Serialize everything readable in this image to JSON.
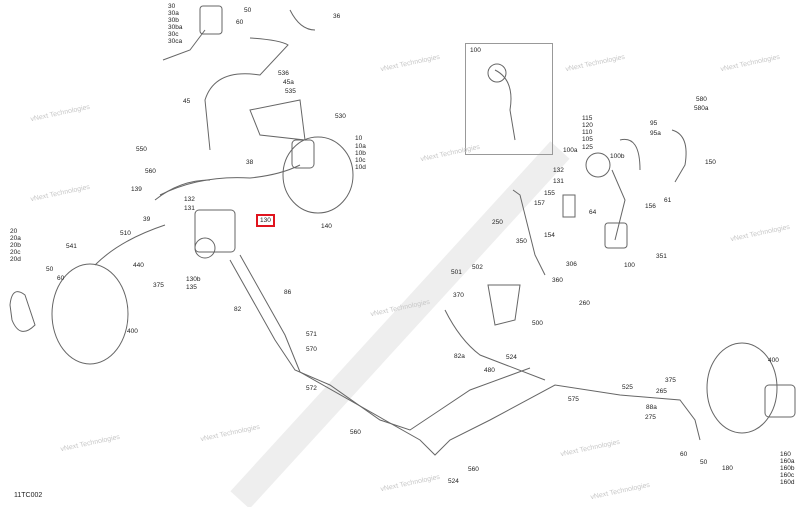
{
  "diagram_code": "11TC002",
  "highlighted_part": "130",
  "inset_label": "100",
  "watermark": "vNext Technologies",
  "labels": [
    "30",
    "30a",
    "30b",
    "30ba",
    "30c",
    "30ca",
    "50",
    "60",
    "36",
    "536",
    "45a",
    "535",
    "45",
    "530",
    "10",
    "10a",
    "10b",
    "10c",
    "10d",
    "550",
    "560",
    "139",
    "38",
    "132",
    "131",
    "39",
    "130",
    "510",
    "140",
    "20",
    "20a",
    "20b",
    "20c",
    "20d",
    "541",
    "50",
    "440",
    "60",
    "375",
    "400",
    "130b",
    "135",
    "86",
    "82",
    "571",
    "570",
    "572",
    "560",
    "580",
    "580a",
    "115",
    "120",
    "110",
    "105",
    "125",
    "95",
    "95a",
    "100a",
    "100b",
    "150",
    "132",
    "131",
    "155",
    "157",
    "156",
    "61",
    "64",
    "250",
    "154",
    "350",
    "306",
    "100",
    "351",
    "501",
    "502",
    "360",
    "370",
    "260",
    "500",
    "82a",
    "524",
    "480",
    "525",
    "575",
    "375",
    "265",
    "88a",
    "275",
    "60",
    "50",
    "400",
    "180",
    "160",
    "160a",
    "160b",
    "160c",
    "160d",
    "524",
    "560"
  ],
  "colors": {
    "highlight": "#e0141e",
    "line": "#555555"
  }
}
